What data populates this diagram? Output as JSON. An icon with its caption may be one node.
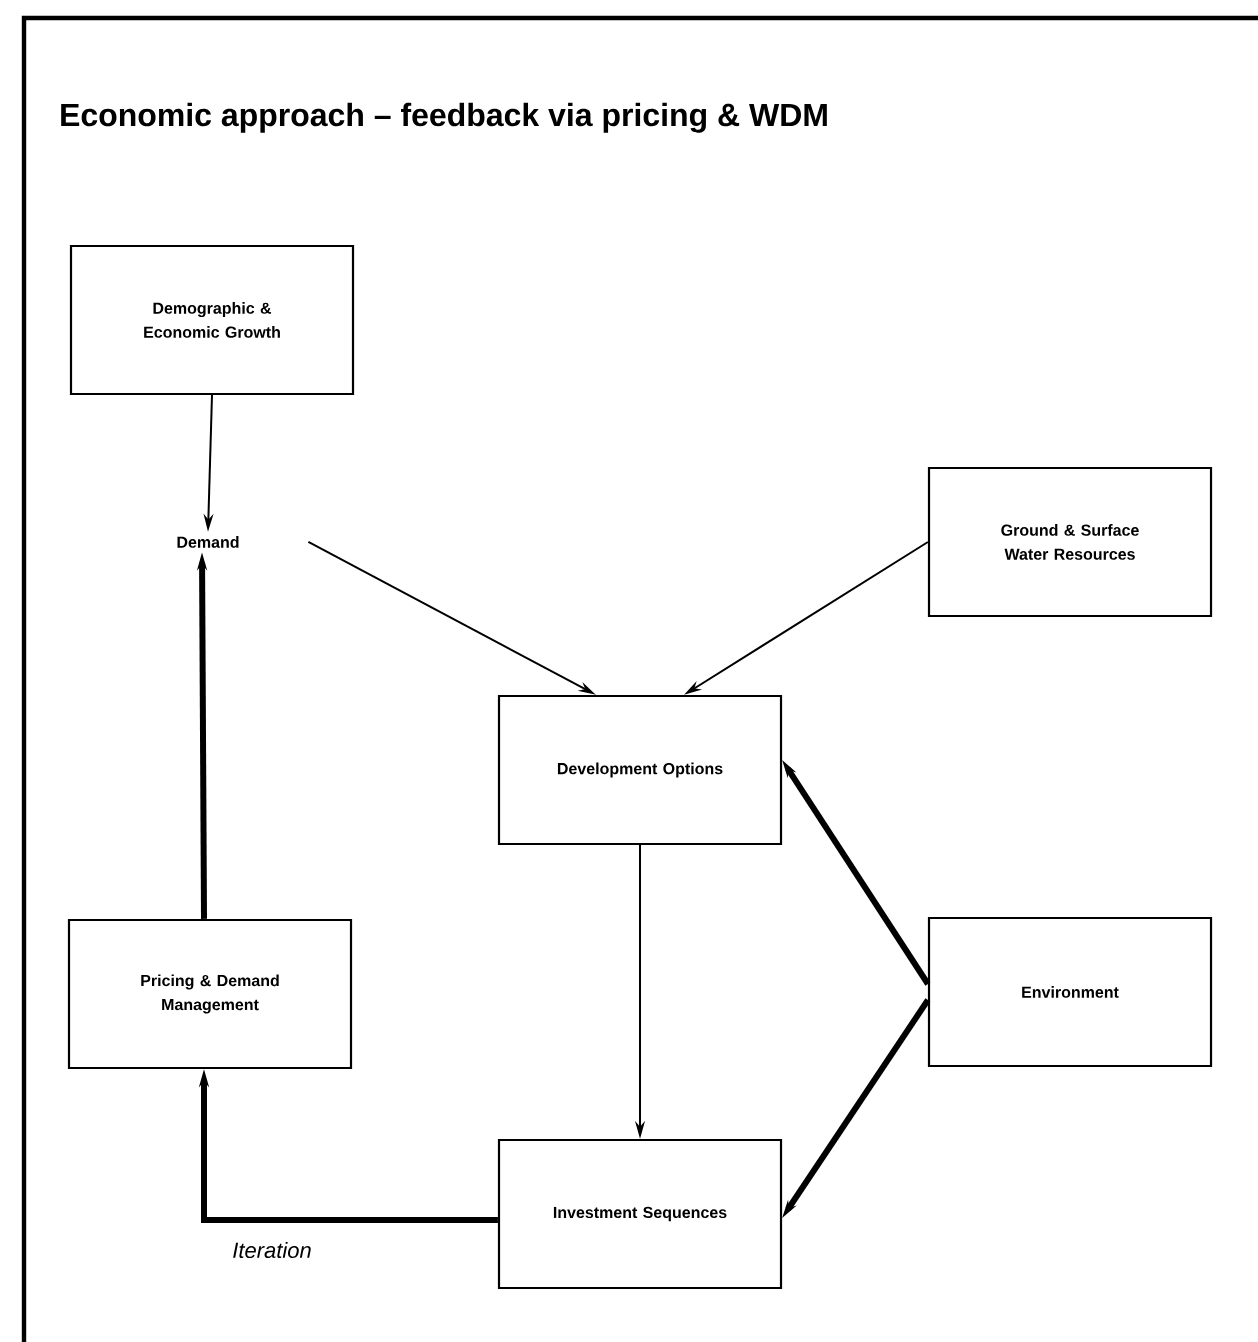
{
  "diagram": {
    "title": "Economic approach – feedback via pricing & WDM",
    "nodes": [
      {
        "text": [
          "Demographic & Economic Growth"
        ]
      },
      {
        "text": [
          "Demand"
        ]
      },
      {
        "text": [
          "Ground & Surface Water Resources"
        ]
      },
      {
        "text": [
          "Development Options"
        ]
      },
      {
        "text": [
          "Pricing & Demand Management"
        ]
      },
      {
        "text": [
          "Environment"
        ]
      },
      {
        "text": [
          "Investment Sequences"
        ]
      }
    ],
    "edges": [
      {
        "from": 0,
        "to": 1,
        "arrow": "to"
      },
      {
        "from": 1,
        "to": 3,
        "arrow": "to"
      },
      {
        "from": 2,
        "to": 3,
        "arrow": "to"
      },
      {
        "from": 3,
        "to": 6,
        "arrow": "to"
      },
      {
        "from": 5,
        "to": 3,
        "arrow": "to",
        "style": "thick"
      },
      {
        "from": 5,
        "to": 6,
        "arrow": "to",
        "style": "thick"
      },
      {
        "from": 6,
        "to": 4,
        "arrow": "to",
        "style": "thick",
        "label": "Iteration"
      },
      {
        "from": 4,
        "to": 1,
        "arrow": "to",
        "style": "thick"
      }
    ]
  }
}
